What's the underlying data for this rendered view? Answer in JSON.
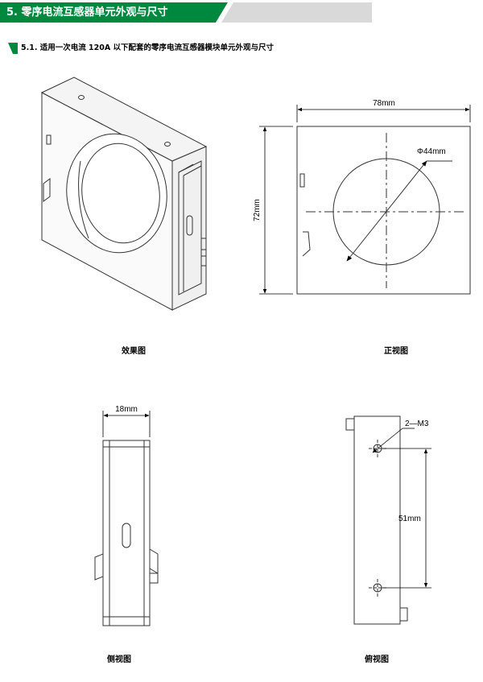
{
  "header": {
    "title": "5. 零序电流互感器单元外观与尺寸"
  },
  "subsection": {
    "title": "5.1. 适用一次电流 120A 以下配套的零序电流互感器模块单元外观与尺寸"
  },
  "captions": {
    "effect": "效果图",
    "front": "正视图",
    "side": "侧视图",
    "top": "俯视图"
  },
  "dimensions": {
    "width": "78mm",
    "height": "72mm",
    "diameter": "Φ44mm",
    "depth": "18mm",
    "screw": "2—M3",
    "hole_spacing": "51mm"
  },
  "colors": {
    "accent": "#00893e",
    "header_gray": "#d9d9d9"
  }
}
